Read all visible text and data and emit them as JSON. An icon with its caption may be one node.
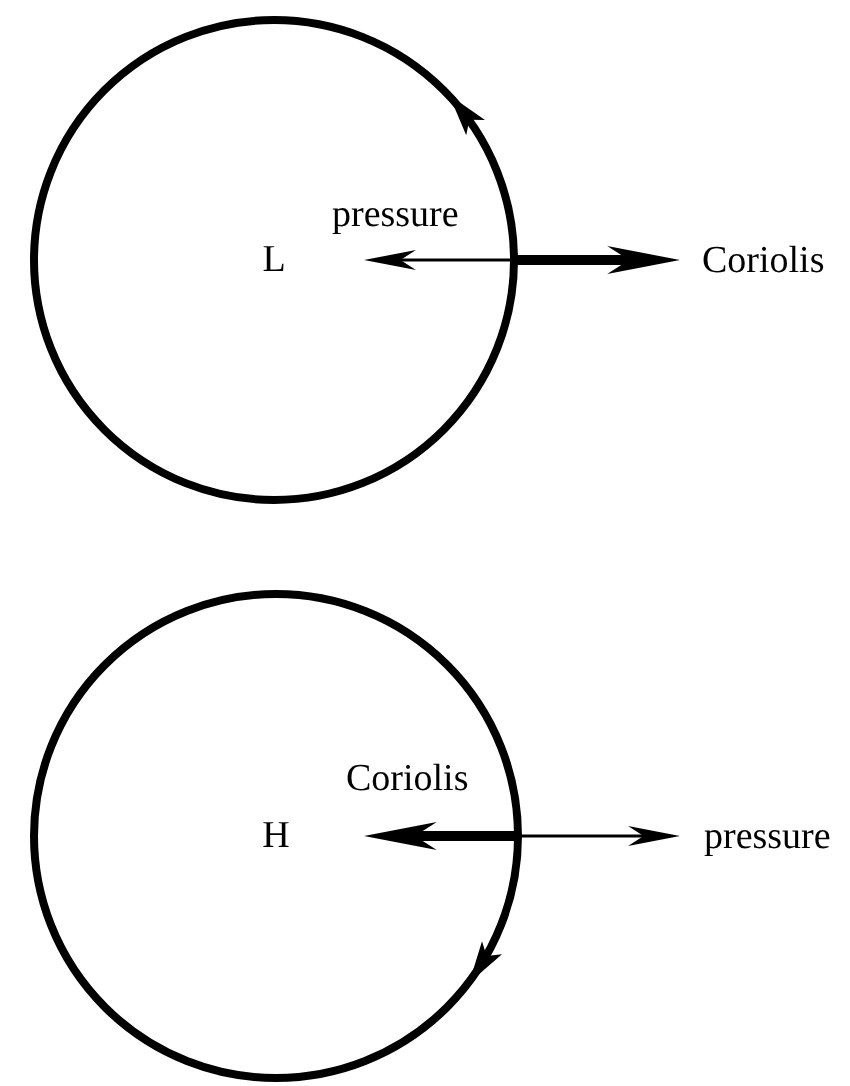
{
  "diagram": {
    "nodes": [
      {
        "text": [
          "L"
        ]
      },
      {
        "text": [
          "H"
        ]
      }
    ],
    "labels": [
      "pressure",
      "Coriolis",
      "Coriolis",
      "pressure"
    ]
  }
}
